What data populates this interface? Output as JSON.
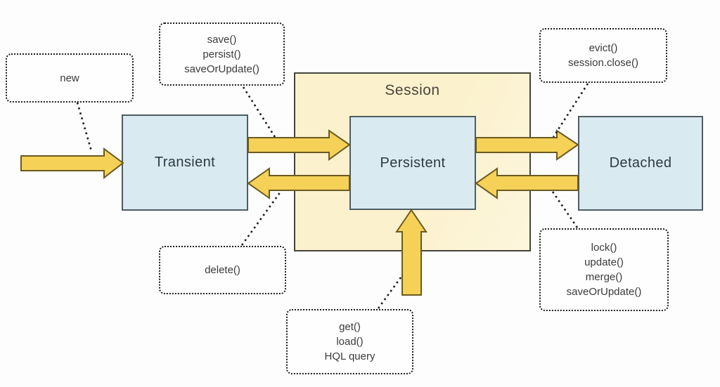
{
  "diagram": {
    "session_label": "Session",
    "states": {
      "transient": "Transient",
      "persistent": "Persistent",
      "detached": "Detached"
    },
    "callouts": {
      "new": {
        "lines": [
          "new"
        ]
      },
      "save": {
        "lines": [
          "save()",
          "persist()",
          "saveOrUpdate()"
        ]
      },
      "evict": {
        "lines": [
          "evict()",
          "session.close()"
        ]
      },
      "delete": {
        "lines": [
          "delete()"
        ]
      },
      "get": {
        "lines": [
          "get()",
          "load()",
          "HQL query"
        ]
      },
      "lock": {
        "lines": [
          "lock()",
          "update()",
          "merge()",
          "saveOrUpdate()"
        ]
      }
    },
    "colors": {
      "state_fill": "#d9eaf1",
      "state_border": "#4e5c63",
      "session_fill": "#fbf1cc",
      "session_border": "#45443a",
      "arrow_fill": "#f5d157",
      "arrow_border": "#6a5a22",
      "callout_border": "#1b1b1b",
      "text": "#3a3a3a"
    }
  }
}
